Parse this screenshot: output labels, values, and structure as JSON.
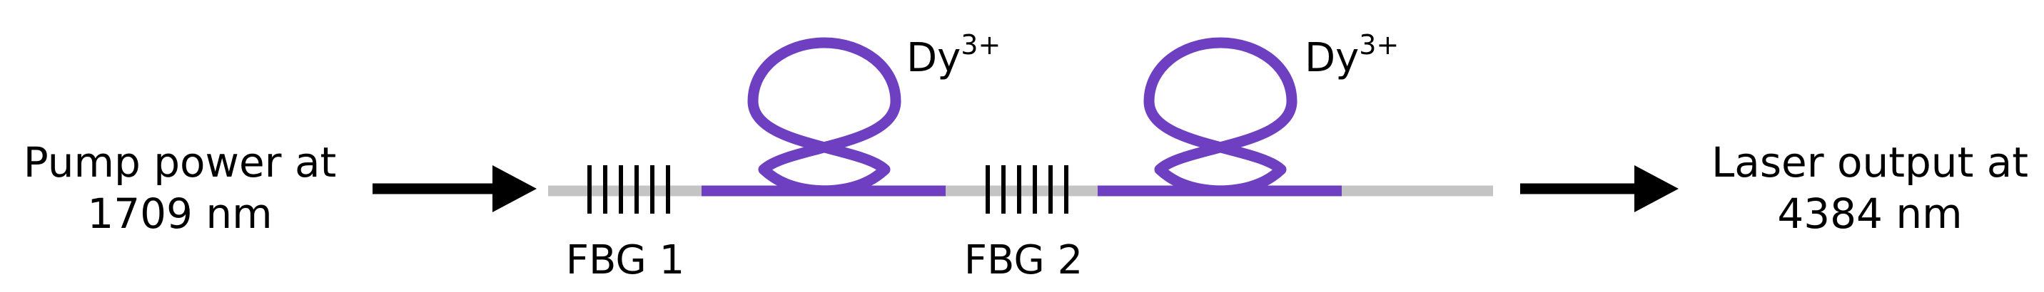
{
  "input_label": [
    "Pump power at",
    "1709 nm"
  ],
  "output_label": [
    "Laser output at",
    "4384 nm"
  ],
  "fbg1_label": "FBG 1",
  "fbg2_label": "FBG 2",
  "dopant1": {
    "base": "Dy",
    "superscript": "3+"
  },
  "dopant2": {
    "base": "Dy",
    "superscript": "3+"
  },
  "colors": {
    "fiber_passive": "#c4c4c4",
    "fiber_doped": "#6e3fc0",
    "arrow": "#000000",
    "grating": "#000000",
    "text": "#000000"
  },
  "icons": {
    "input_arrow": "arrow-right",
    "output_arrow": "arrow-right",
    "fiber_loop": "fiber-coil-loop",
    "grating": "bragg-grating-lines"
  }
}
